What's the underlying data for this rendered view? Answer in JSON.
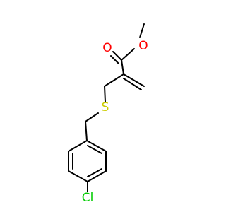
{
  "molecule": {
    "atoms": {
      "O_ether": {
        "symbol": "O",
        "color": "#ff0000"
      },
      "O_carbonyl": {
        "symbol": "O",
        "color": "#ff0000"
      },
      "S": {
        "symbol": "S",
        "color": "#cccc00"
      },
      "Cl": {
        "symbol": "Cl",
        "color": "#00cc00"
      }
    },
    "bond_color": "#000000"
  }
}
